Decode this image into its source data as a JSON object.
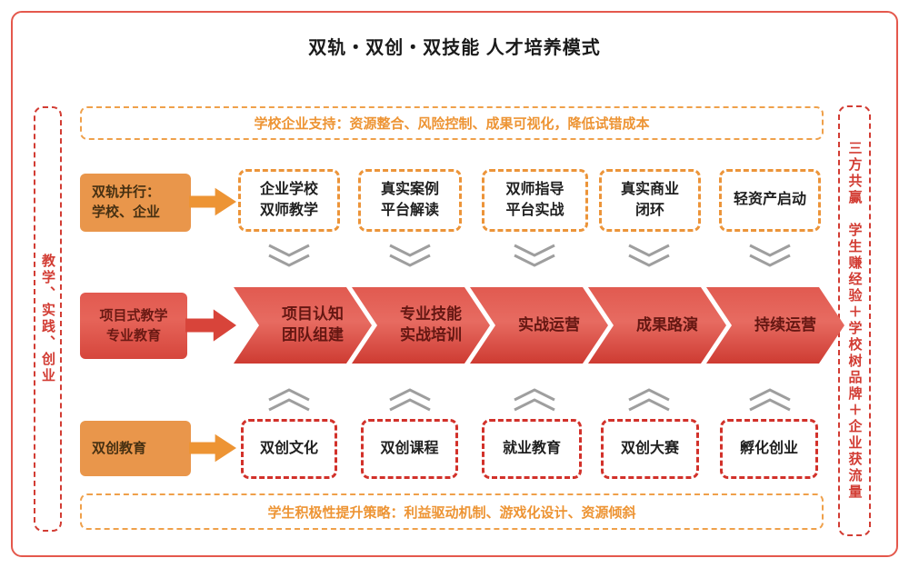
{
  "title": "双轨・双创・双技能 人才培养模式",
  "banners": {
    "top": "学校企业支持：资源整合、风险控制、成果可视化，降低试错成本",
    "bottom": "学生积极性提升策略：利益驱动机制、游戏化设计、资源倾斜",
    "left": "教学、实践、创业",
    "right": "三方共赢　学生赚经验＋学校树品牌＋企业获流量"
  },
  "source_tracks": [
    {
      "label": "双轨并行：\n学校、企业"
    },
    {
      "label": "项目式教学\n专业教育"
    },
    {
      "label": "双创教育"
    }
  ],
  "top_row": [
    {
      "label": "企业学校\n双师教学"
    },
    {
      "label": "真实案例\n平台解读"
    },
    {
      "label": "双师指导\n平台实战"
    },
    {
      "label": "真实商业\n闭环"
    },
    {
      "label": "轻资产启动"
    }
  ],
  "process_row": [
    {
      "label": "项目认知\n团队组建"
    },
    {
      "label": "专业技能\n实战培训"
    },
    {
      "label": "实战运营"
    },
    {
      "label": "成果路演"
    },
    {
      "label": "持续运营"
    }
  ],
  "bottom_row": [
    {
      "label": "双创文化"
    },
    {
      "label": "双创课程"
    },
    {
      "label": "就业教育"
    },
    {
      "label": "双创大赛"
    },
    {
      "label": "孵化创业"
    }
  ],
  "icons": {
    "down": "double-chevron-down",
    "up": "double-chevron-up"
  },
  "colors": {
    "frame_border": "#e4584c",
    "orange_accent": "#ed9434",
    "orange_fill": "#e9964b",
    "red_accent": "#d23c33",
    "red_dash": "#d2312a",
    "chevron_top": "#e15a50",
    "chevron_bottom": "#ce3b32",
    "chevron_text": "#651712",
    "gray_icon": "#9e9e9e",
    "title_text": "#1a1a1a"
  }
}
